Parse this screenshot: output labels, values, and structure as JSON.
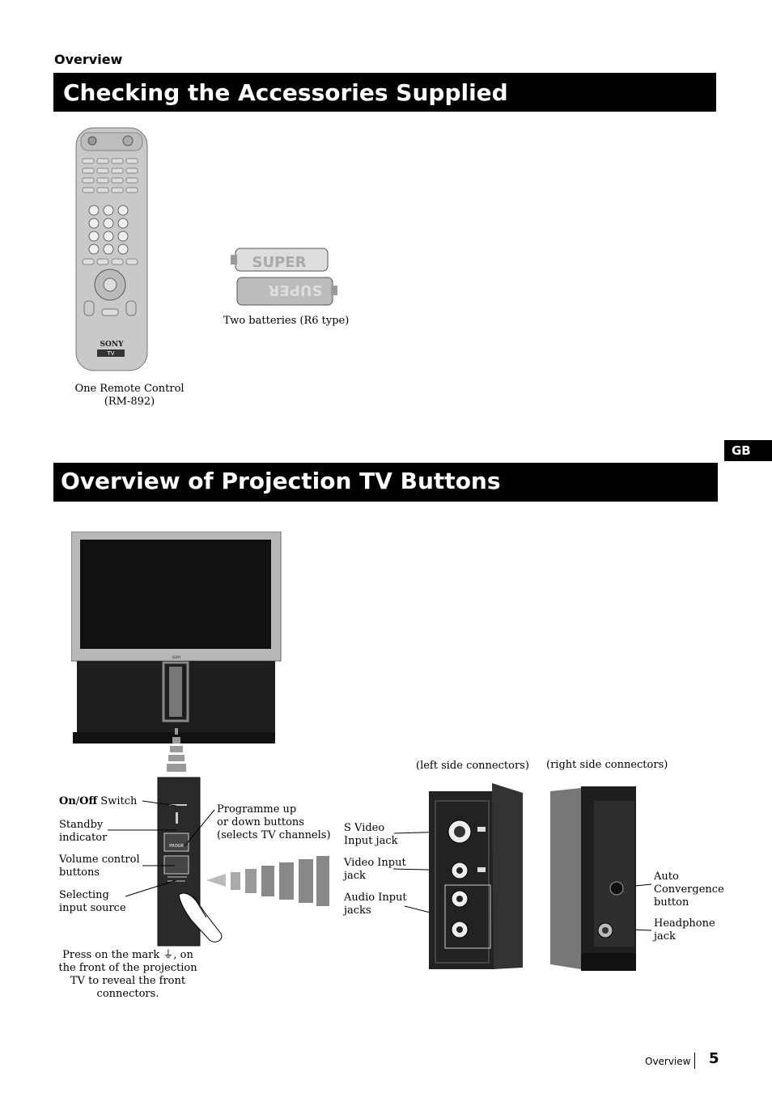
{
  "header": {
    "section": "Overview"
  },
  "accessories": {
    "title": "Checking the Accessories Supplied",
    "remote_caption_line1": "One Remote Control",
    "remote_caption_line2": "(RM-892)",
    "remote_brand": "SONY",
    "remote_badge": "TV",
    "batteries_caption": "Two batteries (R6 type)",
    "battery_print": "SUPER"
  },
  "overview": {
    "title": "Overview of Projection TV Buttons",
    "gb_tab": "GB",
    "left_side_caption": "(left side connectors)",
    "right_side_caption": "(right side connectors)",
    "labels": {
      "on_bold1": "On",
      "slash": "/",
      "on_bold2": "Off",
      "on_rest": " Switch",
      "standby_1": "Standby",
      "standby_2": "indicator",
      "volume_1": "Volume control",
      "volume_2": "buttons",
      "selecting_1": "Selecting",
      "selecting_2": "input source",
      "prog_1": "Programme up",
      "prog_2": "or down buttons",
      "prog_3": "(selects TV channels)",
      "svideo_1": "S Video",
      "svideo_2": "Input jack",
      "video_1": "Video Input",
      "video_2": "jack",
      "audio_1": "Audio Input",
      "audio_2": "jacks",
      "auto_1": "Auto",
      "auto_2": "Convergence",
      "auto_3": "button",
      "headphone_1": "Headphone",
      "headphone_2": "jack"
    },
    "press_note": {
      "line1a": "Press on the mark",
      "line1b": ", on",
      "line2": "the front of the projection",
      "line3": "TV to reveal the front",
      "line4": "connectors."
    },
    "tv_brand": "SONY",
    "panel_prog_label": "PROGR"
  },
  "footer": {
    "label": "Overview",
    "page": "5"
  }
}
